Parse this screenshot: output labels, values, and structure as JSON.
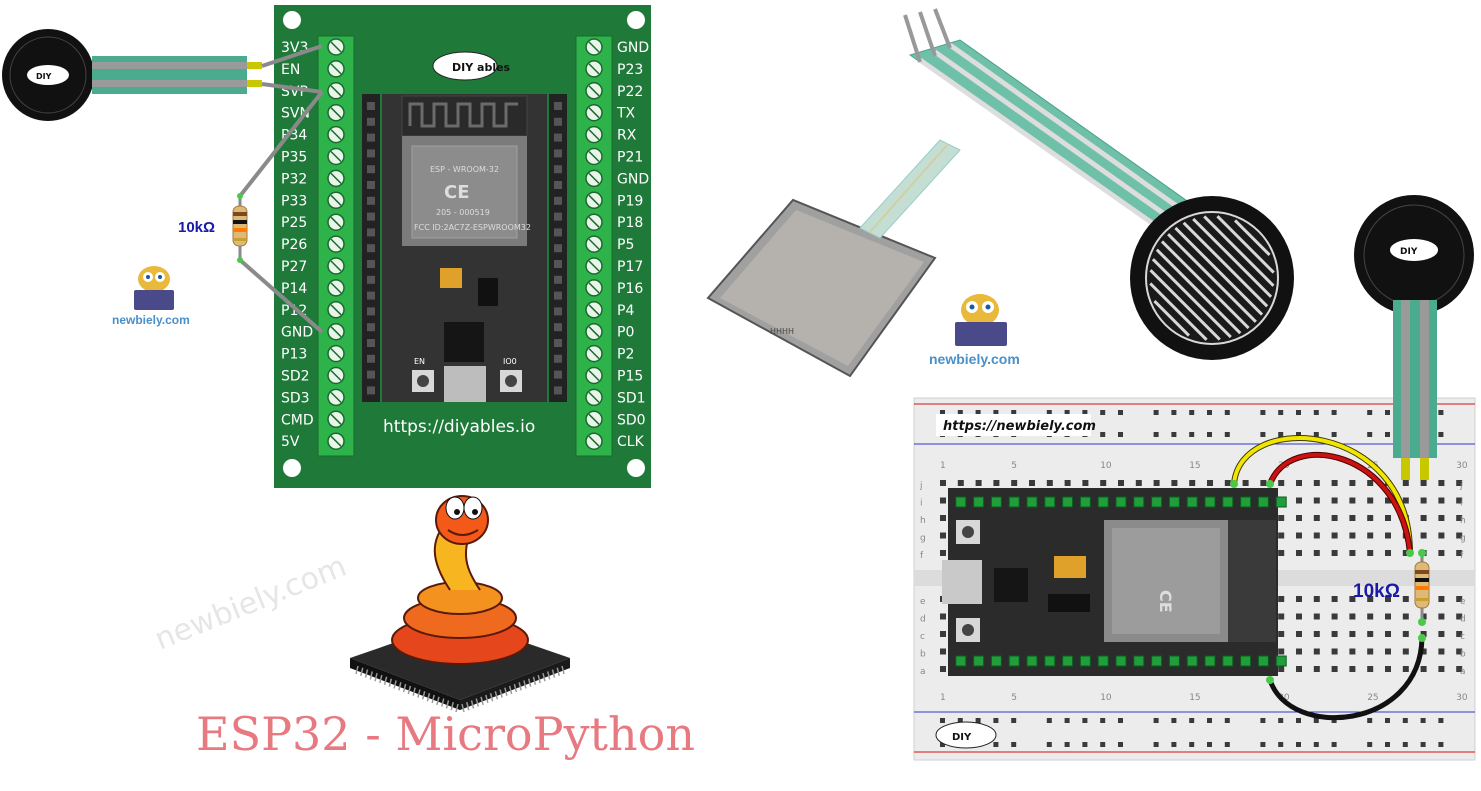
{
  "left_board": {
    "left_pins": [
      "3V3",
      "EN",
      "SVP",
      "SVN",
      "P34",
      "P35",
      "P32",
      "P33",
      "P25",
      "P26",
      "P27",
      "P14",
      "P12",
      "GND",
      "P13",
      "SD2",
      "SD3",
      "CMD",
      "5V"
    ],
    "right_pins": [
      "GND",
      "P23",
      "P22",
      "TX",
      "RX",
      "P21",
      "GND",
      "P19",
      "P18",
      "P5",
      "P17",
      "P16",
      "P4",
      "P0",
      "P2",
      "P15",
      "SD1",
      "SD0",
      "CLK"
    ],
    "url": "https://diyables.io",
    "module_text": [
      "ESP - WROOM-32",
      "205 - 000519",
      "FCC ID:2AC7Z-ESPWROOM32"
    ],
    "button_en": "EN",
    "button_io0": "IO0",
    "logo_text": "DIY ables"
  },
  "resistor_label_left": "10kΩ",
  "resistor_label_right": "10kΩ",
  "newbiely_left": "newbiely.com",
  "newbiely_center": "newbiely.com",
  "watermark": "newbiely.com",
  "breadboard_url": "https://newbiely.com",
  "breadboard_numbers": [
    "1",
    "5",
    "10",
    "15",
    "20",
    "25",
    "30"
  ],
  "breadboard_rows_top": [
    "j",
    "i",
    "h",
    "g",
    "f"
  ],
  "breadboard_rows_bottom": [
    "e",
    "d",
    "c",
    "b",
    "a"
  ],
  "title": "ESP32 - MicroPython",
  "colors": {
    "board_green": "#1f7a3a",
    "terminal_green": "#2db34a",
    "fsr_teal": "#4aab8e",
    "wire_yellow": "#f2e600",
    "wire_red": "#cc1111",
    "wire_black": "#111111",
    "title_pink": "#e77a80"
  }
}
